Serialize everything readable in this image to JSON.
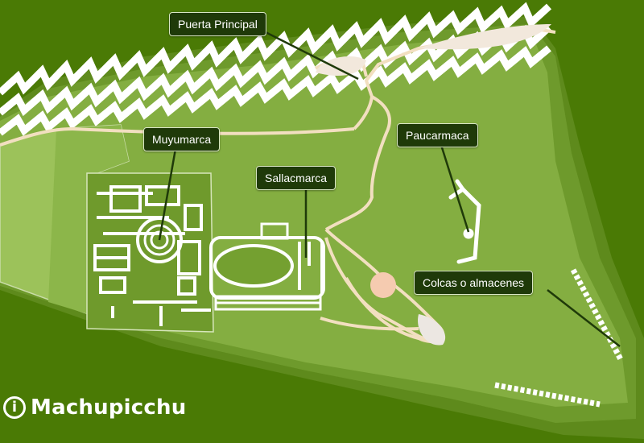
{
  "map": {
    "title": "Machupicchu",
    "colors": {
      "background": "#4a7a05",
      "terrain": "#82ad3e",
      "terrain_shadow": "#5f8a20",
      "paths": "#f2dfc0",
      "structures": "#ffffff",
      "plaza_marker": "#f5cbb0",
      "label_bg": "#1f3a09"
    },
    "labels": [
      {
        "key": "puerta",
        "text": "Puerta Principal"
      },
      {
        "key": "muyumarca",
        "text": "Muyumarca"
      },
      {
        "key": "sallacmarca",
        "text": "Sallacmarca"
      },
      {
        "key": "paucarmaca",
        "text": "Paucarmaca"
      },
      {
        "key": "colcas",
        "text": "Colcas o almacenes"
      }
    ]
  }
}
